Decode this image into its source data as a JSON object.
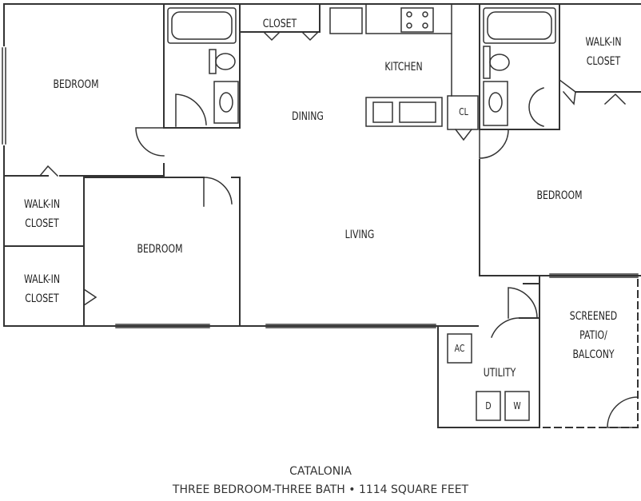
{
  "plan": {
    "rooms": {
      "bedroom_nw": "BEDROOM",
      "closet_top": "CLOSET",
      "kitchen": "KITCHEN",
      "dining": "DINING",
      "closet_cl": "CL",
      "walkin_ne_1": "WALK-IN",
      "walkin_ne_2": "CLOSET",
      "bedroom_e": "BEDROOM",
      "walkin_w1_1": "WALK-IN",
      "walkin_w1_2": "CLOSET",
      "bedroom_sw": "BEDROOM",
      "living": "LIVING",
      "walkin_w2_1": "WALK-IN",
      "walkin_w2_2": "CLOSET",
      "patio_1": "SCREENED",
      "patio_2": "PATIO/",
      "patio_3": "BALCONY",
      "utility": "UTILITY",
      "ac": "AC",
      "dryer": "D",
      "washer": "W"
    },
    "caption": {
      "name": "CATALONIA",
      "details": "THREE BEDROOM-THREE BATH • 1114 SQUARE FEET"
    }
  }
}
